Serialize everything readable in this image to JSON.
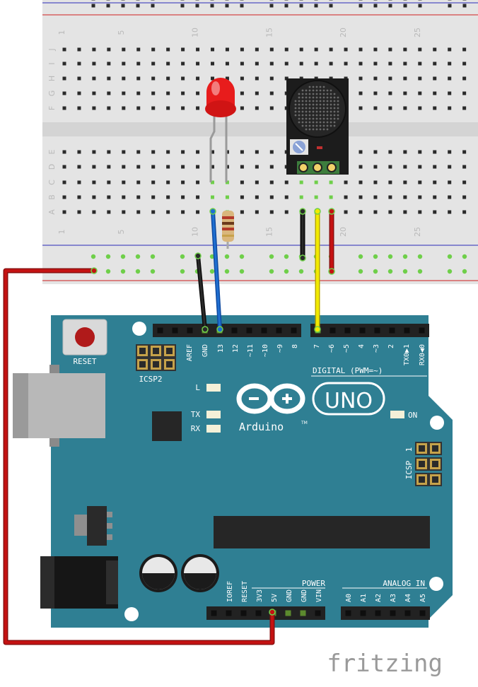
{
  "breadboard": {
    "column_numbers": [
      "1",
      "5",
      "10",
      "15",
      "20",
      "25"
    ],
    "row_letters_top": [
      "J",
      "I",
      "H",
      "G",
      "F"
    ],
    "row_letters_bottom": [
      "E",
      "D",
      "C",
      "B",
      "A"
    ]
  },
  "arduino": {
    "reset_label": "RESET",
    "icsp2_label": "ICSP2",
    "icsp_label": "ICSP",
    "icsp_pin1": "1",
    "uno_label": "UNO",
    "brand_label": "Arduino",
    "trademark": "TM",
    "led_l_label": "L",
    "tx_label": "TX",
    "rx_label": "RX",
    "on_label": "ON",
    "digital_label": "DIGITAL (PWM=~)",
    "power_label": "POWER",
    "analog_label": "ANALOG IN",
    "digital_pins": [
      "AREF",
      "GND",
      "13",
      "12",
      "~11",
      "~10",
      "~9",
      "8",
      "7",
      "~6",
      "~5",
      "4",
      "~3",
      "2",
      "TX0▶1",
      "RX0◀0"
    ],
    "power_pins": [
      "IOREF",
      "RESET",
      "3V3",
      "5V",
      "GND",
      "GND",
      "VIN"
    ],
    "analog_pins": [
      "A0",
      "A1",
      "A2",
      "A3",
      "A4",
      "A5"
    ]
  },
  "watermark": "fritzing",
  "colors": {
    "board": "#2f7f93",
    "wire_red": "#c41212",
    "wire_black": "#1a1a1a",
    "wire_blue": "#1f6fd1",
    "wire_yellow": "#e8e000",
    "led": "#e81c1c",
    "breadboard": "#e4e4e4"
  }
}
